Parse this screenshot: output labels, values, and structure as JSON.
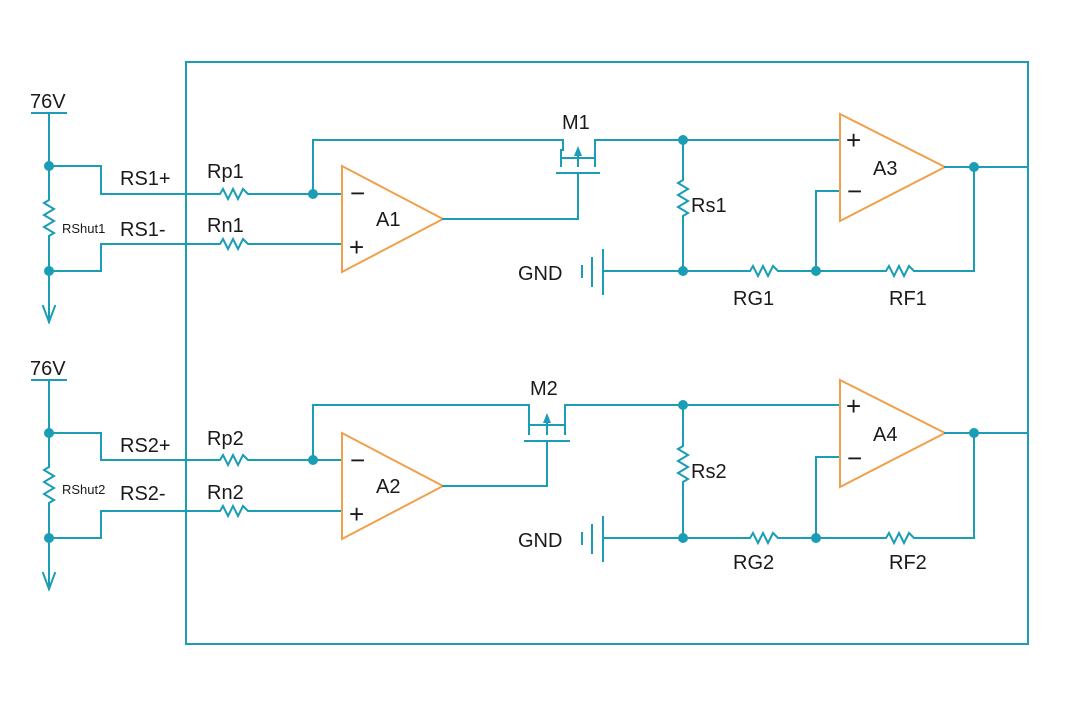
{
  "supply": {
    "top": "76V",
    "bottom": "76V"
  },
  "shunts": {
    "top": "RShut1",
    "bottom": "RShut2"
  },
  "sense_labels": {
    "rs1_plus": "RS1+",
    "rs1_minus": "RS1-",
    "rs2_plus": "RS2+",
    "rs2_minus": "RS2-"
  },
  "input_resistors": {
    "rp1": "Rp1",
    "rn1": "Rn1",
    "rp2": "Rp2",
    "rn2": "Rn2"
  },
  "transistors": {
    "m1": "M1",
    "m2": "M2"
  },
  "opamps": {
    "a1": "A1",
    "a2": "A2",
    "a3": "A3",
    "a4": "A4",
    "plus": "+",
    "minus": "−"
  },
  "sense_resistors": {
    "rs1": "Rs1",
    "rs2": "Rs2"
  },
  "gain_resistors": {
    "rg1": "RG1",
    "rf1": "RF1",
    "rg2": "RG2",
    "rf2": "RF2"
  },
  "ground": {
    "top": "GND",
    "bottom": "GND"
  },
  "colors": {
    "wire": "#1a9db5",
    "opamp": "#f0a04b",
    "text": "#1a1a1a"
  }
}
